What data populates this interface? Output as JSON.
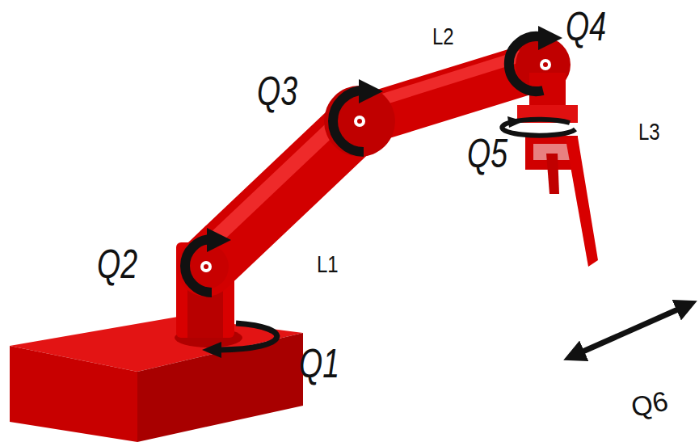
{
  "diagram": {
    "labels": [
      "L2",
      "Q4",
      "Q3",
      "Q5",
      "L3",
      "Q2",
      "L1",
      "Q1",
      "Q6"
    ]
  }
}
